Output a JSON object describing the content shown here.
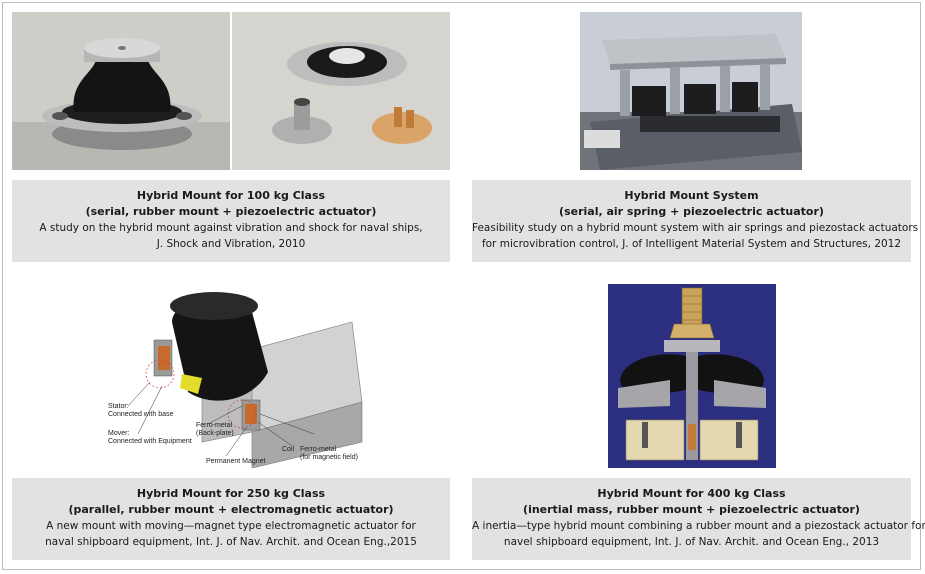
{
  "panels": [
    {
      "title_line1": "Hybrid Mount for 100 kg Class",
      "title_line2": "(serial, rubber mount + piezoelectric actuator)",
      "desc_line1": "A study on the hybrid mount against vibration and shock for naval ships,",
      "desc_line2": "J. Shock and Vibration, 2010"
    },
    {
      "title_line1": "Hybrid Mount System",
      "title_line2": "(serial, air spring + piezoelectric actuator)",
      "desc_line1": "Feasibility study on a hybrid mount system with air springs and piezostack actuators",
      "desc_line2": "for microvibration control, J. of Intelligent Material System and Structures, 2012"
    },
    {
      "title_line1": "Hybrid Mount for 250 kg Class",
      "title_line2": "(parallel, rubber mount + electromagnetic actuator)",
      "desc_line1": "A new mount with moving—magnet type electromagnetic actuator for",
      "desc_line2": "naval shipboard equipment, Int. J. of Nav. Archit. and Ocean Eng.,2015"
    },
    {
      "title_line1": "Hybrid Mount for 400 kg Class",
      "title_line2": "(inertial mass, rubber mount + piezoelectric actuator)",
      "desc_line1": "A inertia—type hybrid mount combining a rubber mount and a piezostack actuator for",
      "desc_line2": "navel shipboard equipment, Int. J. of Nav. Archit. and Ocean Eng., 2013"
    }
  ],
  "diagram_labels": {
    "stator": "Stator:",
    "stator_sub": "Connected with base",
    "mover": "Mover:",
    "mover_sub": "Connected with Equipment",
    "ferro_back": "Ferro-metal",
    "ferro_back_sub": "(Back-plate)",
    "permanent_magnet": "Permanent Magnet",
    "coil": "Coil",
    "ferro_field": "Ferro-metal",
    "ferro_field_sub": "(for magnetic field)"
  }
}
